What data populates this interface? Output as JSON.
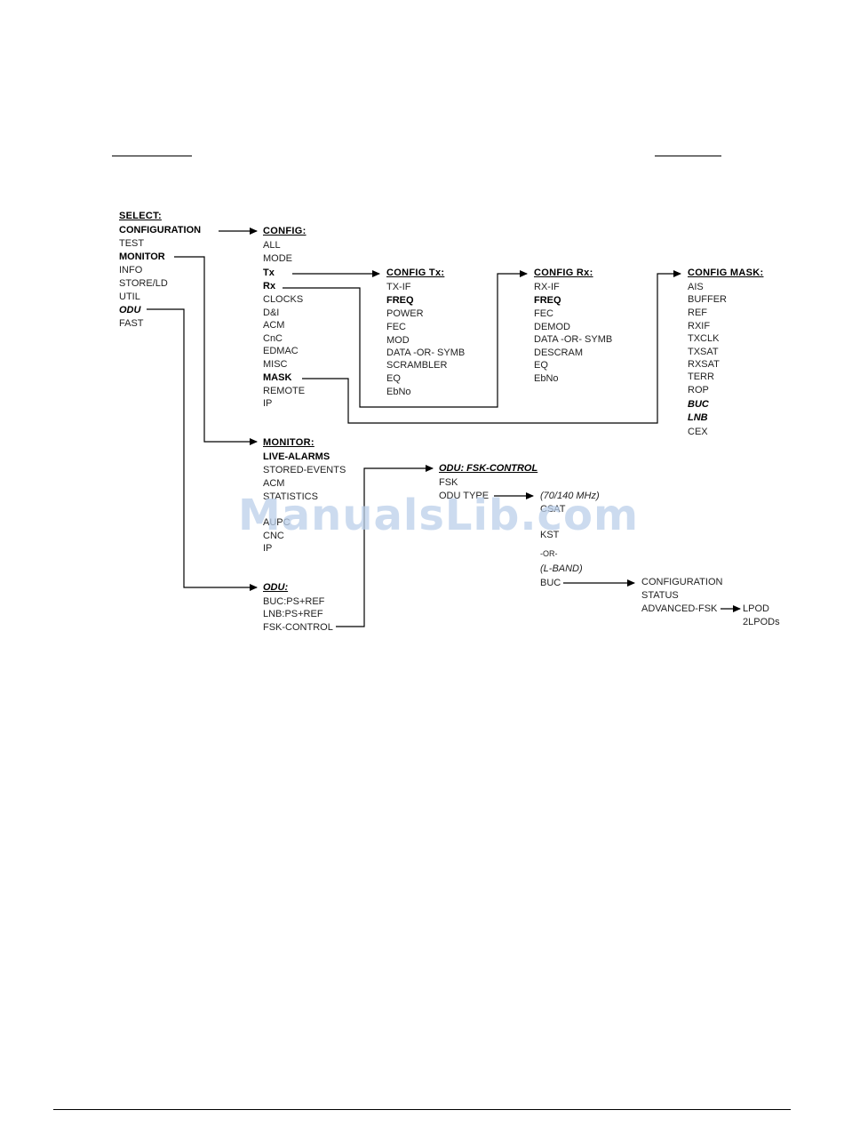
{
  "select": {
    "heading": "SELECT:",
    "items": [
      "CONFIGURATION",
      "TEST",
      "MONITOR",
      "INFO",
      "STORE/LD",
      "UTIL",
      "ODU",
      "FAST"
    ]
  },
  "config": {
    "heading": "CONFIG:",
    "items": [
      "ALL",
      "MODE",
      "Tx",
      "Rx",
      "CLOCKS",
      "D&I",
      "ACM",
      "CnC",
      "EDMAC",
      "MISC",
      "MASK",
      "REMOTE",
      "IP"
    ]
  },
  "config_tx": {
    "heading": "CONFIG Tx:",
    "items": [
      "TX-IF",
      "FREQ",
      "POWER",
      "FEC",
      "MOD",
      "DATA -OR- SYMB",
      "SCRAMBLER",
      "EQ",
      "EbNo"
    ]
  },
  "config_rx": {
    "heading": "CONFIG Rx:",
    "items": [
      "RX-IF",
      "FREQ",
      "FEC",
      "DEMOD",
      "DATA -OR- SYMB",
      "DESCRAM",
      "EQ",
      "EbNo"
    ]
  },
  "config_mask": {
    "heading": "CONFIG MASK:",
    "items": [
      "AIS",
      "BUFFER",
      "REF",
      "RXIF",
      "TXCLK",
      "TXSAT",
      "RXSAT",
      "TERR",
      "ROP",
      "BUC",
      "LNB",
      "CEX"
    ]
  },
  "monitor": {
    "heading": "MONITOR:",
    "items": [
      "LIVE-ALARMS",
      "STORED-EVENTS",
      "ACM",
      "STATISTICS",
      "AUPC",
      "CNC",
      "IP"
    ]
  },
  "odu": {
    "heading": "ODU:",
    "items": [
      "BUC:PS+REF",
      "LNB:PS+REF",
      "FSK-CONTROL"
    ]
  },
  "fsk_control": {
    "heading": "ODU: FSK-CONTROL",
    "items": [
      "FSK",
      "ODU TYPE"
    ]
  },
  "odu_type": {
    "band1": "(70/140 MHz)",
    "items": [
      "CSAT",
      "KST"
    ],
    "or_label": "-OR-",
    "band2": "(L-BAND)",
    "buc_label": "BUC"
  },
  "buc_menu": {
    "items": [
      "CONFIGURATION",
      "STATUS",
      "ADVANCED-FSK"
    ]
  },
  "advanced_fsk": {
    "items": [
      "LPOD",
      "2LPODs"
    ]
  },
  "watermark": "ManualsLib.com"
}
